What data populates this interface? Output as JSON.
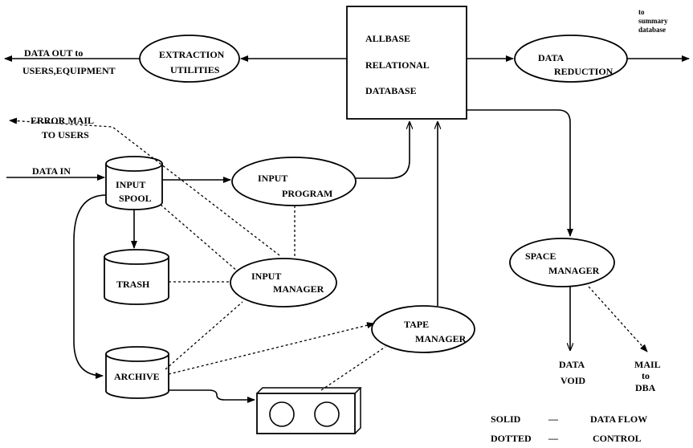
{
  "database": {
    "line1": "ALLBASE",
    "line2": "RELATIONAL",
    "line3": "DATABASE"
  },
  "extraction": {
    "line1": "EXTRACTION",
    "line2": "UTILITIES"
  },
  "reduction": {
    "line1": "DATA",
    "line2": "REDUCTION"
  },
  "input_program": {
    "line1": "INPUT",
    "line2": "PROGRAM"
  },
  "input_manager": {
    "line1": "INPUT",
    "line2": "MANAGER"
  },
  "tape_manager": {
    "line1": "TAPE",
    "line2": "MANAGER"
  },
  "space_manager": {
    "line1": "SPACE",
    "line2": "MANAGER"
  },
  "input_spool": {
    "line1": "INPUT",
    "line2": "SPOOL"
  },
  "trash": {
    "label": "TRASH"
  },
  "archive": {
    "label": "ARCHIVE"
  },
  "labels": {
    "data_out_1": "DATA OUT  to",
    "data_out_2": "USERS,EQUIPMENT",
    "summary_1": "to",
    "summary_2": "summary",
    "summary_3": "database",
    "error_mail_1": "ERROR MAIL",
    "error_mail_2": "TO USERS",
    "data_in": "DATA IN",
    "data_void_1": "DATA",
    "data_void_2": "VOID",
    "mail_dba_1": "MAIL",
    "mail_dba_2": "to",
    "mail_dba_3": "DBA"
  },
  "legend": {
    "solid": "SOLID",
    "solid_dash": "—",
    "solid_meaning": "DATA FLOW",
    "dotted": "DOTTED",
    "dotted_dash": "—",
    "dotted_meaning": "CONTROL"
  }
}
